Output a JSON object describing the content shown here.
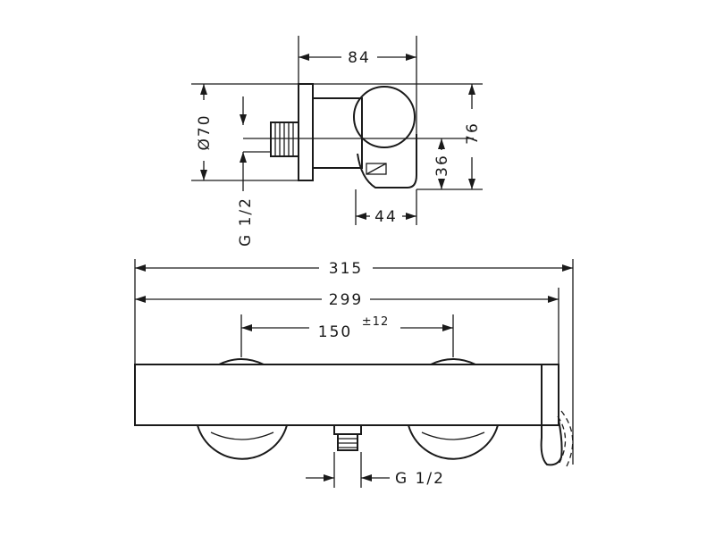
{
  "dimensions": {
    "top_width": "84",
    "diameter": "Ø70",
    "height_total": "76",
    "height_inner": "36",
    "width_inner": "44",
    "thread_top": "G 1/2",
    "overall_width": "315",
    "body_width": "299",
    "spacing_value": "150",
    "spacing_tol": "±12",
    "thread_bottom": "G 1/2"
  }
}
